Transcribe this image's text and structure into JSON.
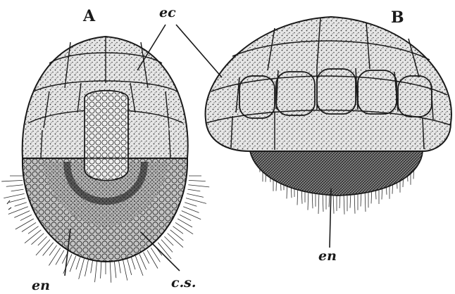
{
  "figure": {
    "panels": [
      {
        "id": "A",
        "label": "A"
      },
      {
        "id": "B",
        "label": "B"
      }
    ],
    "labels": {
      "ec": "ec",
      "en_a": "en",
      "cs": "c.s.",
      "en_b": "en"
    },
    "colors": {
      "ink": "#1a1a1a",
      "paper": "#ffffff",
      "cell_fill": "#dcdcdc",
      "endoderm_fill": "#9a9a9a"
    }
  }
}
